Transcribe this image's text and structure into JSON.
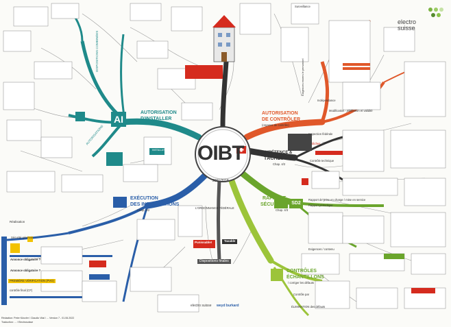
{
  "center": {
    "title": "OIBT",
    "years": "2001/2018"
  },
  "branches": {
    "autorisation_installer": {
      "line1": "AUTORISATION",
      "line2": "D'INSTALLER",
      "badge": "AI"
    },
    "autorisation_controler": {
      "line1": "AUTORISATION",
      "line2": "DE CONTRÔLER",
      "sub": "(organes de contrôle)"
    },
    "competence_taches": {
      "line1": "COMPÉTENCE &",
      "line2": "TÂCHES",
      "sub": "Chap. 4/2"
    },
    "rapport_securite": {
      "line1": "RAPPORT",
      "line2": "SÉCURITÉ",
      "sub": "Chap. 4/3",
      "badge": "SD2"
    },
    "execution_installations": {
      "line1": "EXÉCUTION",
      "line2": "DES INSTALLATIONS",
      "sub": "Chap. 3/2"
    },
    "controles_echantillons": {
      "line1": "CONTRÔLES",
      "line2": "ÉCHANTILLONS",
      "sub": "/ corriger les défauts"
    }
  },
  "left_column": {
    "securite_label": "Sécurité générale",
    "annonce1": "Annonce obligatoire ?",
    "annonce2": "Annonce obligatoire ?",
    "premiere_verification": "PREMIÈRE VÉRIFICATION (PVO)",
    "realisation": "Réalisation",
    "controle_final": "contrôle final (CF)"
  },
  "labels": {
    "dispositions_finales": "Dispositions finales",
    "punissable": "Punissable!",
    "taxable": "Taxable",
    "ordonnance": "L'ORDONNANCE FÉDÉRALE",
    "exigences": "Exigences / contenu",
    "rapport_prise": "Rapport de prise en charge / mise en service",
    "rapport_periodique": "Rapport périodique",
    "inspection_federale": "Inspection fédérale",
    "controle_technique": "Contrôle technique",
    "taches": "tâches",
    "autorisations": "AUTORISATIONS",
    "modification": "Modification - Attribution et validité",
    "independance": "Indépendance",
    "exigences_ouvrage": "Exigences envers le personnel",
    "dispositions_combinees": "DISPOSITIONS COMBINÉES",
    "elimination": "ÉLIMINATION des défauts",
    "controle_par": "Contrôle par",
    "surveillance": "Surveillance",
    "installation": "INSTALLATION",
    "electrosuisse_right": "electro suisse",
    "electrosuisse_logo": "electro suisse",
    "weydburkard": "weyd burkard",
    "footer": "Rédaction: Peter Künzler / Claudio Vital / ... Version 7 - 01.06.2022",
    "footer2": "Traduction: ... / Electrosuisse"
  },
  "colors": {
    "teal": "#1f8a8a",
    "orange": "#e0582a",
    "blue": "#2a5ea8",
    "green": "#6aa52c",
    "lime": "#9cc43a",
    "red": "#d52b1e",
    "dark": "#333333"
  }
}
